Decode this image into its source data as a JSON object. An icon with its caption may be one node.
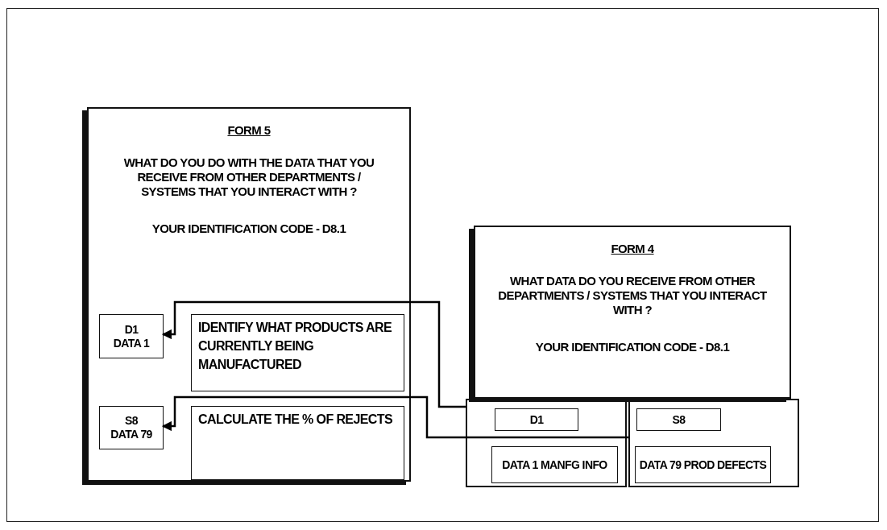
{
  "diagram": {
    "nodes": [
      {
        "text": [
          "FORM 5",
          "WHAT DO YOU DO WITH THE DATA THAT YOU RECEIVE FROM OTHER DEPARTMENTS / SYSTEMS THAT YOU INTERACT WITH ?",
          "YOUR IDENTIFICATION CODE - D8.1"
        ]
      },
      {
        "text": [
          "D1",
          "DATA 1"
        ],
        "in": 0
      },
      {
        "text": [
          "IDENTIFY WHAT PRODUCTS ARE CURRENTLY BEING MANUFACTURED"
        ],
        "in": 0
      },
      {
        "text": [
          "S8",
          "DATA 79"
        ],
        "in": 0
      },
      {
        "text": [
          "CALCULATE THE % OF REJECTS"
        ],
        "in": 0
      },
      {
        "text": [
          "FORM 4",
          "WHAT DATA DO YOU RECEIVE FROM OTHER DEPARTMENTS / SYSTEMS THAT YOU INTERACT WITH ?",
          "YOUR IDENTIFICATION CODE - D8.1"
        ]
      },
      {
        "text": [],
        "shape": "box"
      },
      {
        "text": [
          "D1"
        ],
        "in": 6
      },
      {
        "text": [
          "DATA 1 MANFG INFO"
        ],
        "in": 6
      },
      {
        "text": [],
        "shape": "box"
      },
      {
        "text": [
          "S8"
        ],
        "in": 9
      },
      {
        "text": [
          "DATA 79 PROD DEFECTS"
        ],
        "in": 9
      }
    ],
    "edges": [
      {
        "from": 6,
        "to": 1,
        "arrow": "to"
      },
      {
        "from": 9,
        "to": 3,
        "arrow": "to"
      }
    ]
  }
}
